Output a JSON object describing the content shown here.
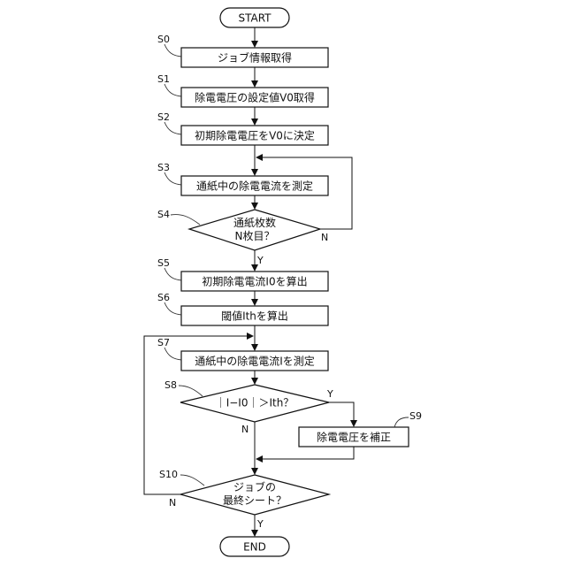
{
  "flowchart": {
    "start_label": "START",
    "end_label": "END",
    "steps": {
      "s0": {
        "id": "S0",
        "text": "ジョブ情報取得"
      },
      "s1": {
        "id": "S1",
        "text": "除電電圧の設定値V0取得"
      },
      "s2": {
        "id": "S2",
        "text": "初期除電電圧をV0に決定"
      },
      "s3": {
        "id": "S3",
        "text": "通紙中の除電電流を測定"
      },
      "s4": {
        "id": "S4",
        "line1": "通紙枚数",
        "line2": "N枚目？"
      },
      "s5": {
        "id": "S5",
        "text": "初期除電電流I0を算出"
      },
      "s6": {
        "id": "S6",
        "text": "閾値Ithを算出"
      },
      "s7": {
        "id": "S7",
        "text": "通紙中の除電電流Iを測定"
      },
      "s8": {
        "id": "S8",
        "text": "｜I−I0｜＞Ith？"
      },
      "s9": {
        "id": "S9",
        "text": "除電電圧を補正"
      },
      "s10": {
        "id": "S10",
        "line1": "ジョブの",
        "line2": "最終シート？"
      }
    },
    "branch_labels": {
      "yes": "Y",
      "no": "N"
    }
  }
}
